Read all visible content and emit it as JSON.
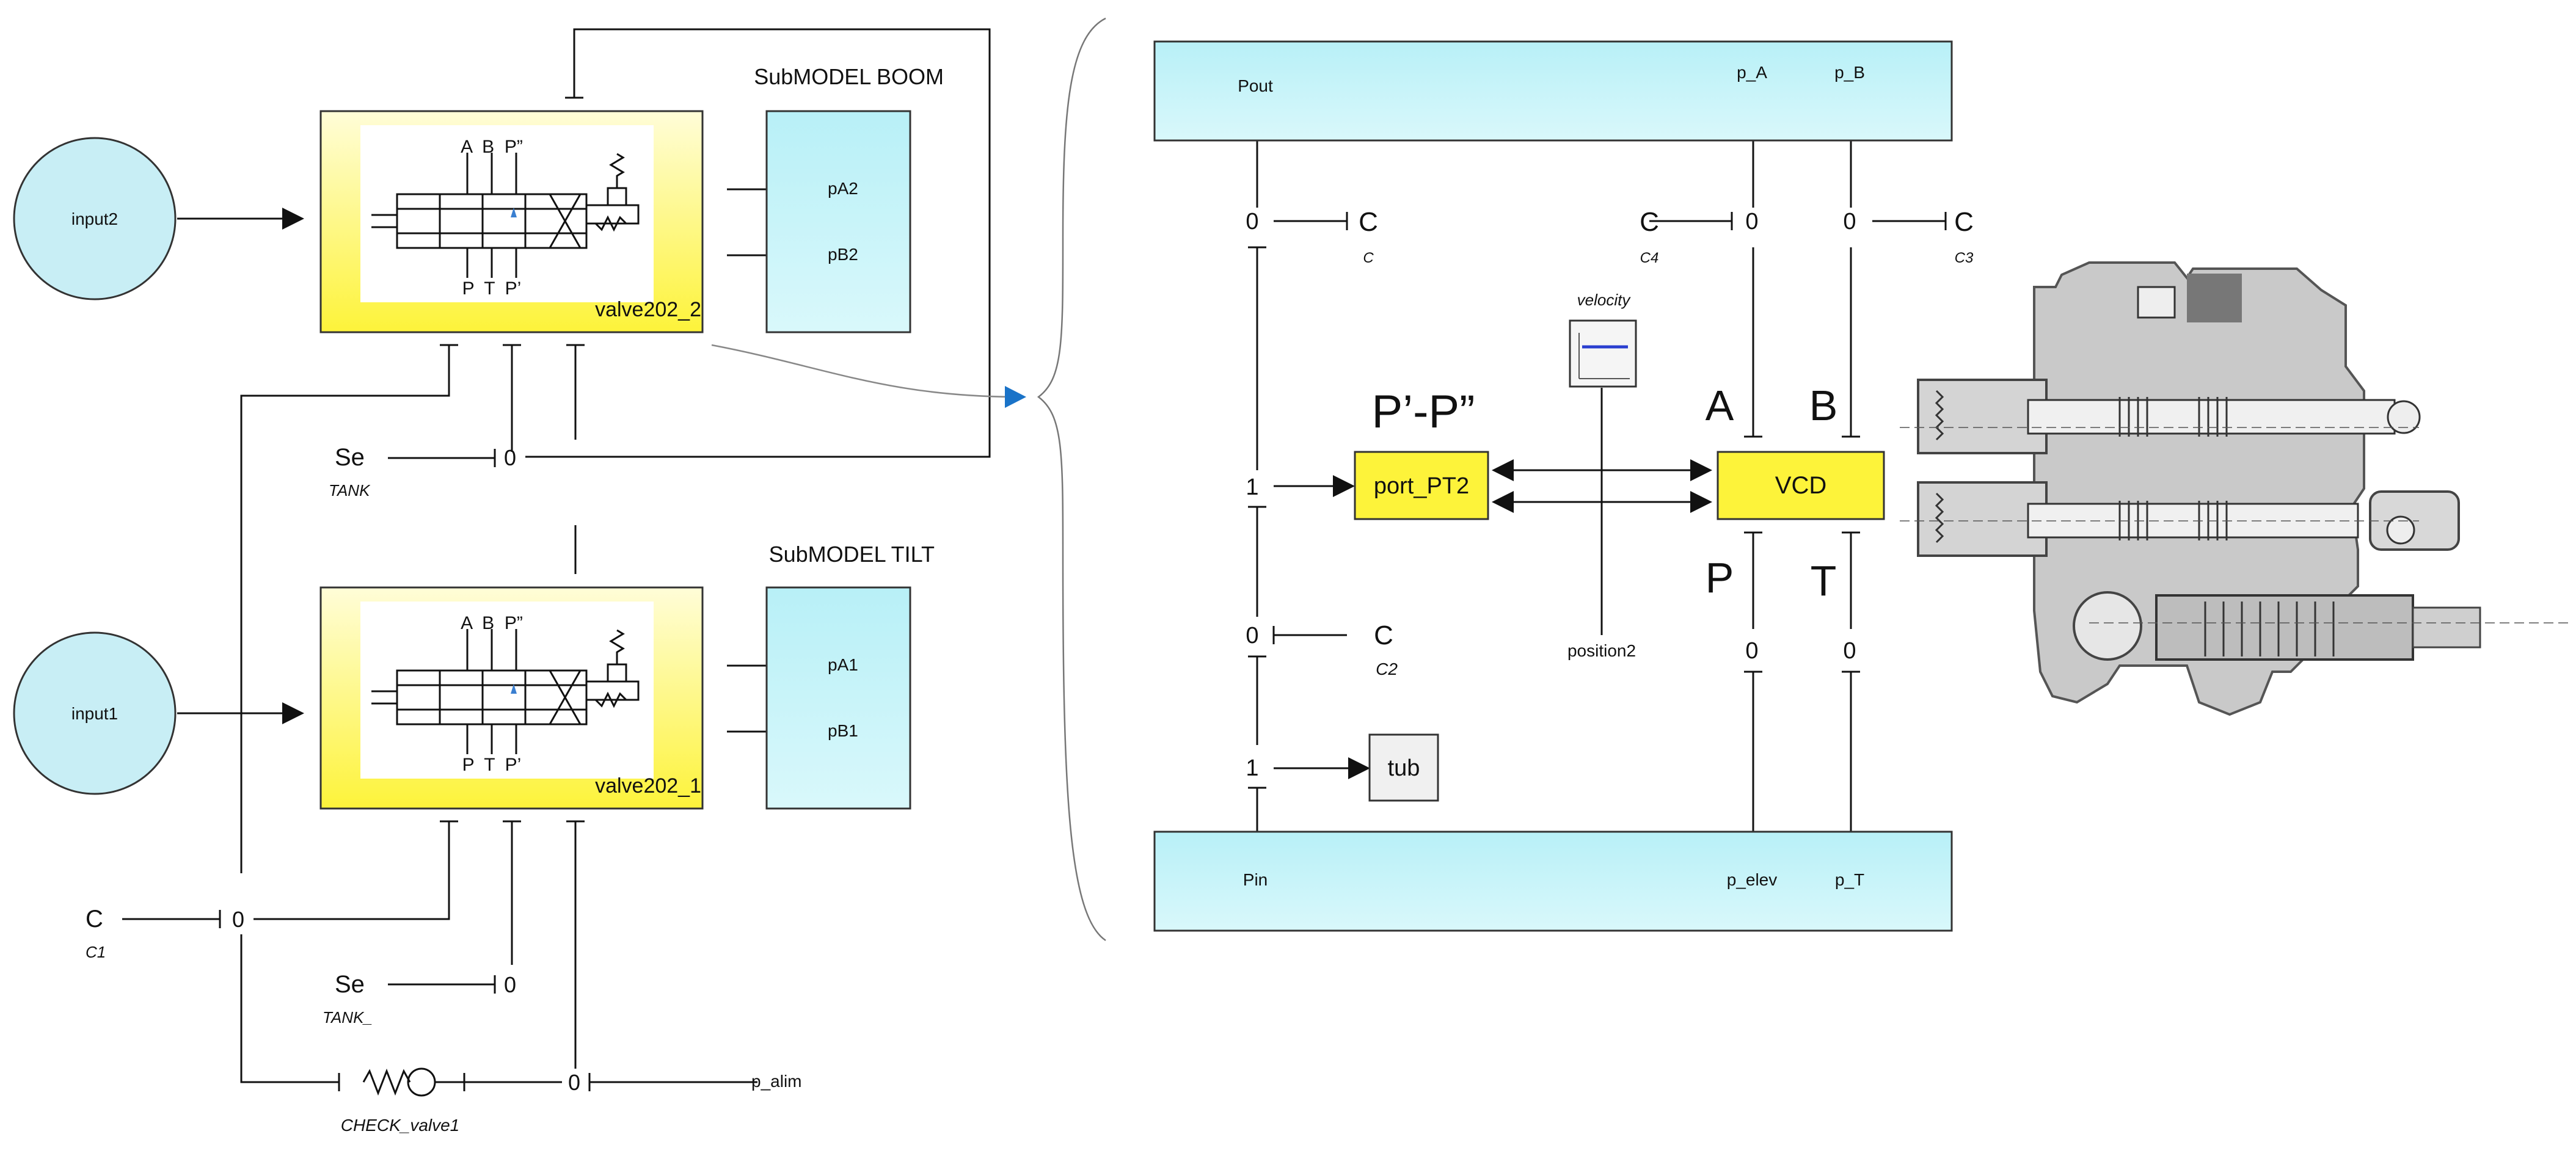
{
  "left": {
    "inputs": [
      "input2",
      "input1"
    ],
    "submodels": [
      {
        "title": "SubMODEL BOOM",
        "valve": "valve202_2",
        "ports": [
          "pA2",
          "pB2"
        ]
      },
      {
        "title": "SubMODEL TILT",
        "valve": "valve202_1",
        "ports": [
          "pA1",
          "pB1"
        ]
      }
    ],
    "valve_port_labels": {
      "top": "A  B  P”",
      "bottom": "P  T  P’"
    },
    "junctions": {
      "zero": "0",
      "one": "1"
    },
    "se_boom": {
      "main": "Se",
      "sub": "TANK"
    },
    "se_tilt": {
      "main": "Se",
      "sub": "TANK_"
    },
    "c1": {
      "main": "C",
      "sub": "C1"
    },
    "check_valve": "CHECK_valve1",
    "p_alim": "p_alim"
  },
  "right": {
    "top_ports": [
      "Pout",
      "p_A",
      "p_B"
    ],
    "bottom_ports": [
      "Pin",
      "p_elev",
      "p_T"
    ],
    "cap_c": {
      "main": "C",
      "sub": "C"
    },
    "cap_c4": {
      "main": "C",
      "sub": "C4"
    },
    "cap_c3": {
      "main": "C",
      "sub": "C3"
    },
    "cap_c2": {
      "main": "C",
      "sub": "C2"
    },
    "pp_label": "P’-P”",
    "port_block": "port_PT2",
    "vcd_block": "VCD",
    "tub": "tub",
    "velocity": "velocity",
    "position": "position2",
    "letters": {
      "A": "A",
      "B": "B",
      "P": "P",
      "T": "T"
    }
  },
  "colors": {
    "valve_fill": "#fdf33a",
    "block_cyan": "#c6f3f8",
    "circle_cyan": "#c8eef5",
    "arrow_blue": "#1a73c8"
  }
}
